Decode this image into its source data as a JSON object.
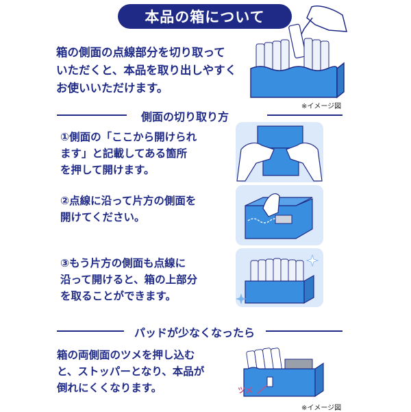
{
  "header": {
    "title": "本品の箱について"
  },
  "intro": {
    "lines": [
      "箱の側面の点線部分を切り取って",
      "いただくと、本品を取り出しやすく",
      "お使いいただけます。"
    ],
    "note": "※イメージ図"
  },
  "section_tearing": {
    "heading": "側面の切り取り方",
    "steps": [
      {
        "lines": [
          "①側面の「ここから開けられ",
          "ます」と記載してある箇所",
          "を押して開けます。"
        ]
      },
      {
        "lines": [
          "②点線に沿って片方の側面を",
          "開けてください。"
        ]
      },
      {
        "lines": [
          "③もう片方の側面も点線に",
          "沿って開けると、箱の上部分",
          "を取ることができます。"
        ]
      }
    ]
  },
  "section_low": {
    "heading": "パッドが少なくなったら",
    "lines": [
      "箱の両側面のツメを押し込む",
      "と、ストッパーとなり、本品が",
      "倒れにくくなります。"
    ],
    "tab_label": "ツメ",
    "note": "※イメージ図"
  },
  "colors": {
    "navy": "#1f2a86",
    "panel": "#dce9fa",
    "box_blue": "#3a8ee0"
  }
}
